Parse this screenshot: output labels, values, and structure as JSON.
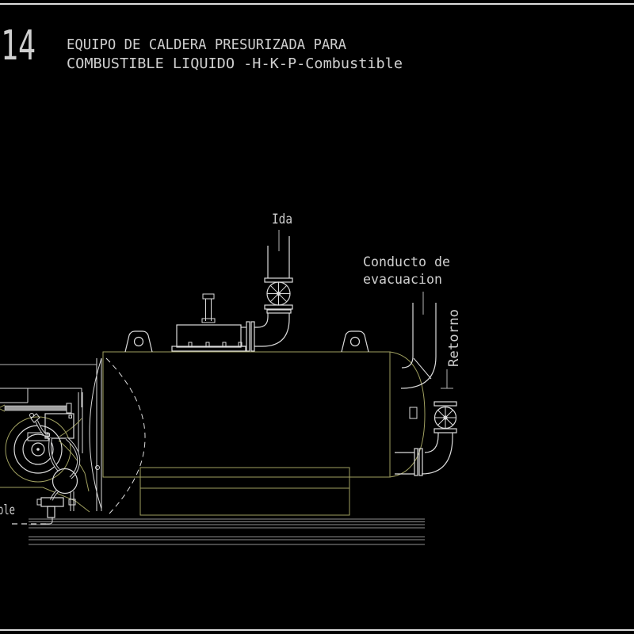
{
  "drawing": {
    "sheet_number": "14",
    "title": {
      "line1": "EQUIPO DE CALDERA PRESURIZADA PARA",
      "line2": "COMBUSTIBLE LIQUIDO -H-K-P-Combustible"
    },
    "labels": {
      "supply_pipe": "Ida",
      "flue_duct_line1": "Conducto de",
      "flue_duct_line2": "evacuacion",
      "return_pipe": "Retorno",
      "fuel_line_partial": "ble"
    },
    "colors": {
      "background": "#000000",
      "line_white": "#dcdcdc",
      "line_gray": "#8f8f8f",
      "line_olive": "#a0a060",
      "text": "#cfcfcf"
    }
  }
}
